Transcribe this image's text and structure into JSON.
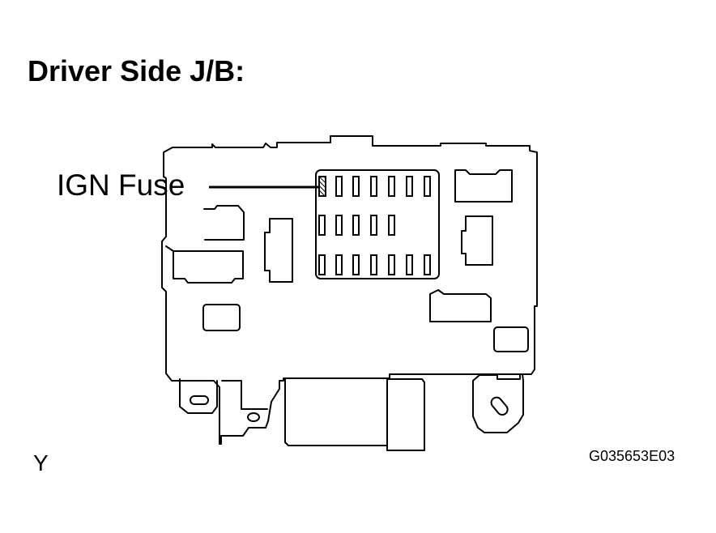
{
  "title": "Driver Side J/B:",
  "callout_label": "IGN Fuse",
  "corner_left_text": "Y",
  "figure_code": "G035653E03",
  "colors": {
    "line": "#000000",
    "background": "#ffffff"
  }
}
